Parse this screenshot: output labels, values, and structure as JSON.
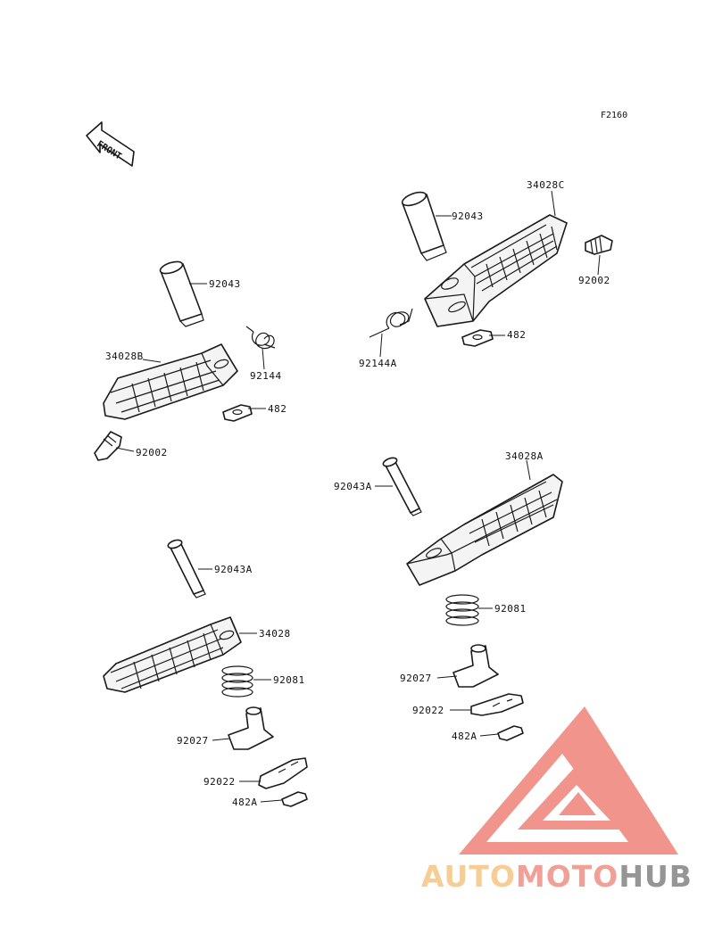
{
  "diagram": {
    "reference_code": "F2160",
    "front_label": "FRONT",
    "callouts": {
      "tr_pin": "92043",
      "tr_step": "34028C",
      "tr_plug": "92002",
      "tr_spring": "92144A",
      "tr_washer": "482",
      "tl_pin": "92043",
      "tl_step": "34028B",
      "tl_spring": "92144",
      "tl_washer": "482",
      "tl_plug": "92002",
      "br_pin": "92043A",
      "br_step": "34028A",
      "br_spring": "92081",
      "br_bracket": "92027",
      "br_plate": "92022",
      "br_washer": "482A",
      "bl_pin": "92043A",
      "bl_step": "34028",
      "bl_spring": "92081",
      "bl_bracket": "92027",
      "bl_plate": "92022",
      "bl_washer": "482A"
    }
  },
  "watermark": {
    "word_part1": "AUTO",
    "word_part2": "MOTO",
    "word_part3": "HUB",
    "colors": {
      "triangle": "#f08a80",
      "auto": "#f6c98a",
      "moto": "#f0968c",
      "hub": "#8a8a8a"
    }
  }
}
